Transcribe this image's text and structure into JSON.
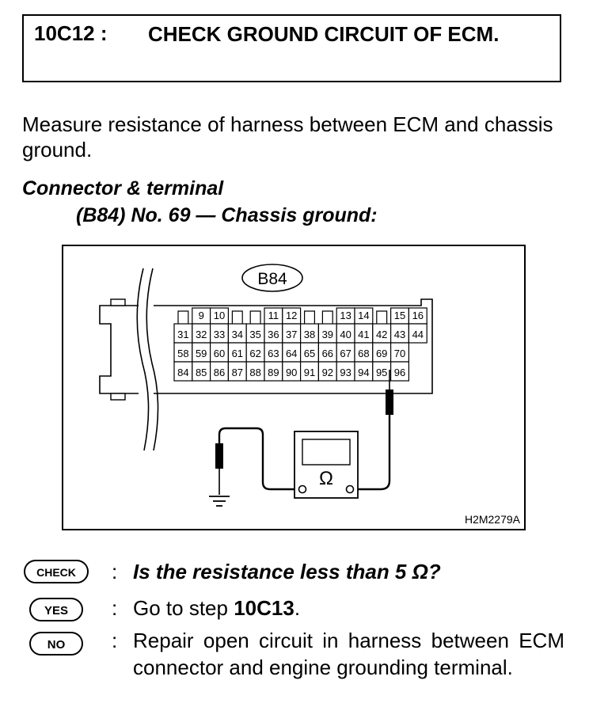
{
  "step": {
    "number": "10C12 :",
    "title": "CHECK GROUND CIRCUIT OF ECM."
  },
  "instruction": "Measure resistance of harness between ECM and chassis ground.",
  "connector": {
    "label": "Connector & terminal",
    "spec": "(B84) No. 69 — Chassis ground:"
  },
  "diagram": {
    "connector_name": "B84",
    "figure_code": "H2M2279A",
    "meter_symbol": "Ω",
    "top_row": [
      "9",
      "10",
      "11",
      "12",
      "13",
      "14",
      "15",
      "16"
    ],
    "rows": [
      [
        "31",
        "32",
        "33",
        "34",
        "35",
        "36",
        "37",
        "38",
        "39",
        "40",
        "41",
        "42",
        "43",
        "44"
      ],
      [
        "58",
        "59",
        "60",
        "61",
        "62",
        "63",
        "64",
        "65",
        "66",
        "67",
        "68",
        "69",
        "70"
      ],
      [
        "84",
        "85",
        "86",
        "87",
        "88",
        "89",
        "90",
        "91",
        "92",
        "93",
        "94",
        "95",
        "96"
      ]
    ]
  },
  "qa": {
    "check": {
      "badge": "CHECK",
      "text": "Is the resistance less than 5 Ω?"
    },
    "yes": {
      "badge": "YES",
      "text_prefix": "Go to step ",
      "step": "10C13",
      "text_suffix": "."
    },
    "no": {
      "badge": "NO",
      "text": "Repair open circuit in harness between ECM connector and engine grounding terminal."
    }
  }
}
